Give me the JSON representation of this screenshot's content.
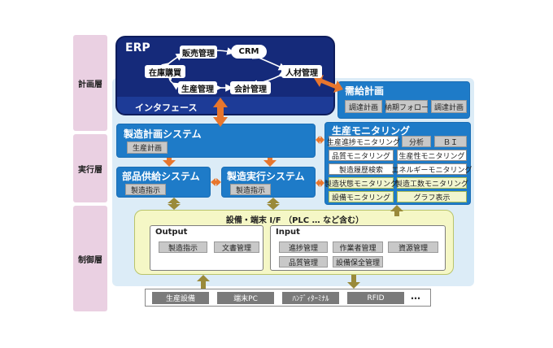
{
  "layers": {
    "planning": "計画層",
    "execution": "実行層",
    "control": "制御層"
  },
  "erp": {
    "title": "ERP",
    "interface": "インタフェース",
    "nodes": {
      "sales": "販売管理",
      "crm": "CRM",
      "inventory": "在庫購買",
      "hr": "人材管理",
      "production": "生産管理",
      "accounting": "会計管理"
    }
  },
  "demand": {
    "title": "需給計画",
    "items": [
      "調達計画",
      "納期フォロー",
      "調達計画"
    ]
  },
  "mfg_plan": {
    "title": "製造計画システム",
    "sub": "生産計画"
  },
  "parts": {
    "title": "部品供給システム",
    "sub": "製造指示"
  },
  "mes": {
    "title": "製造実行システム",
    "sub": "製造指示"
  },
  "monitoring": {
    "title": "生産モニタリング",
    "cells": [
      "生産進捗モニタリング",
      "分析",
      "ＢＩ",
      "品質モニタリング",
      "生産性モニタリング",
      "製造履歴検索",
      "エネルギーモニタリング",
      "製造状態モニタリング",
      "製造工数モニタリング",
      "設備モニタリング",
      "グラフ表示"
    ]
  },
  "plc": {
    "title": "設備・端末 I/F （PLC … など含む）",
    "output": {
      "title": "Output",
      "items": [
        "製造指示",
        "文書管理"
      ]
    },
    "input": {
      "title": "Input",
      "items": [
        "進捗管理",
        "作業者管理",
        "資源管理",
        "品質管理",
        "設備保全管理"
      ]
    }
  },
  "devices": {
    "items": [
      "生産設備",
      "端末PC",
      "ﾊﾝﾃﾞｨﾀｰﾐﾅﾙ",
      "RFID"
    ],
    "more": "…"
  },
  "colors": {
    "erp_navy": "#152a7a",
    "system_blue": "#1e7bc8",
    "arrow_orange": "#e8762d",
    "arrow_olive": "#9a8a3a",
    "layer_pink": "#ead0e2",
    "panel_lightblue": "#dcecf7",
    "plc_yellow": "#f5f7c6"
  }
}
